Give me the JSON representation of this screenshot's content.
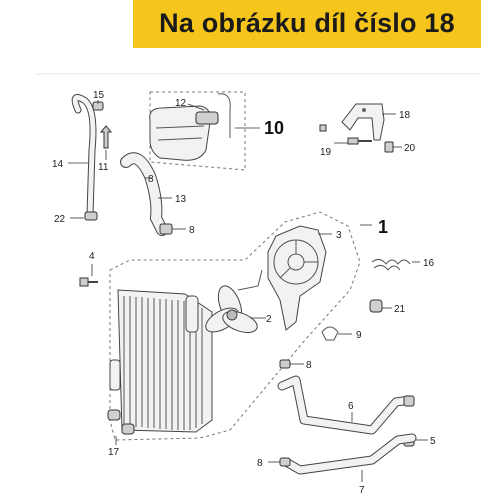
{
  "banner": {
    "text": "Na obrázku díl číslo 18"
  },
  "colors": {
    "banner_bg": "#f5c51b",
    "banner_text": "#1a1a1a"
  },
  "callouts": {
    "c1": "1",
    "c2": "2",
    "c3": "3",
    "c4": "4",
    "c5": "5",
    "c6": "6",
    "c7": "7",
    "c8a": "8",
    "c8b": "8",
    "c8c": "8",
    "c8d": "8",
    "c9": "9",
    "c10": "10",
    "c11": "11",
    "c12": "12",
    "c13": "13",
    "c14": "14",
    "c15": "15",
    "c16": "16",
    "c17": "17",
    "c18": "18",
    "c19": "19",
    "c20": "20",
    "c21": "21",
    "c22": "22"
  }
}
